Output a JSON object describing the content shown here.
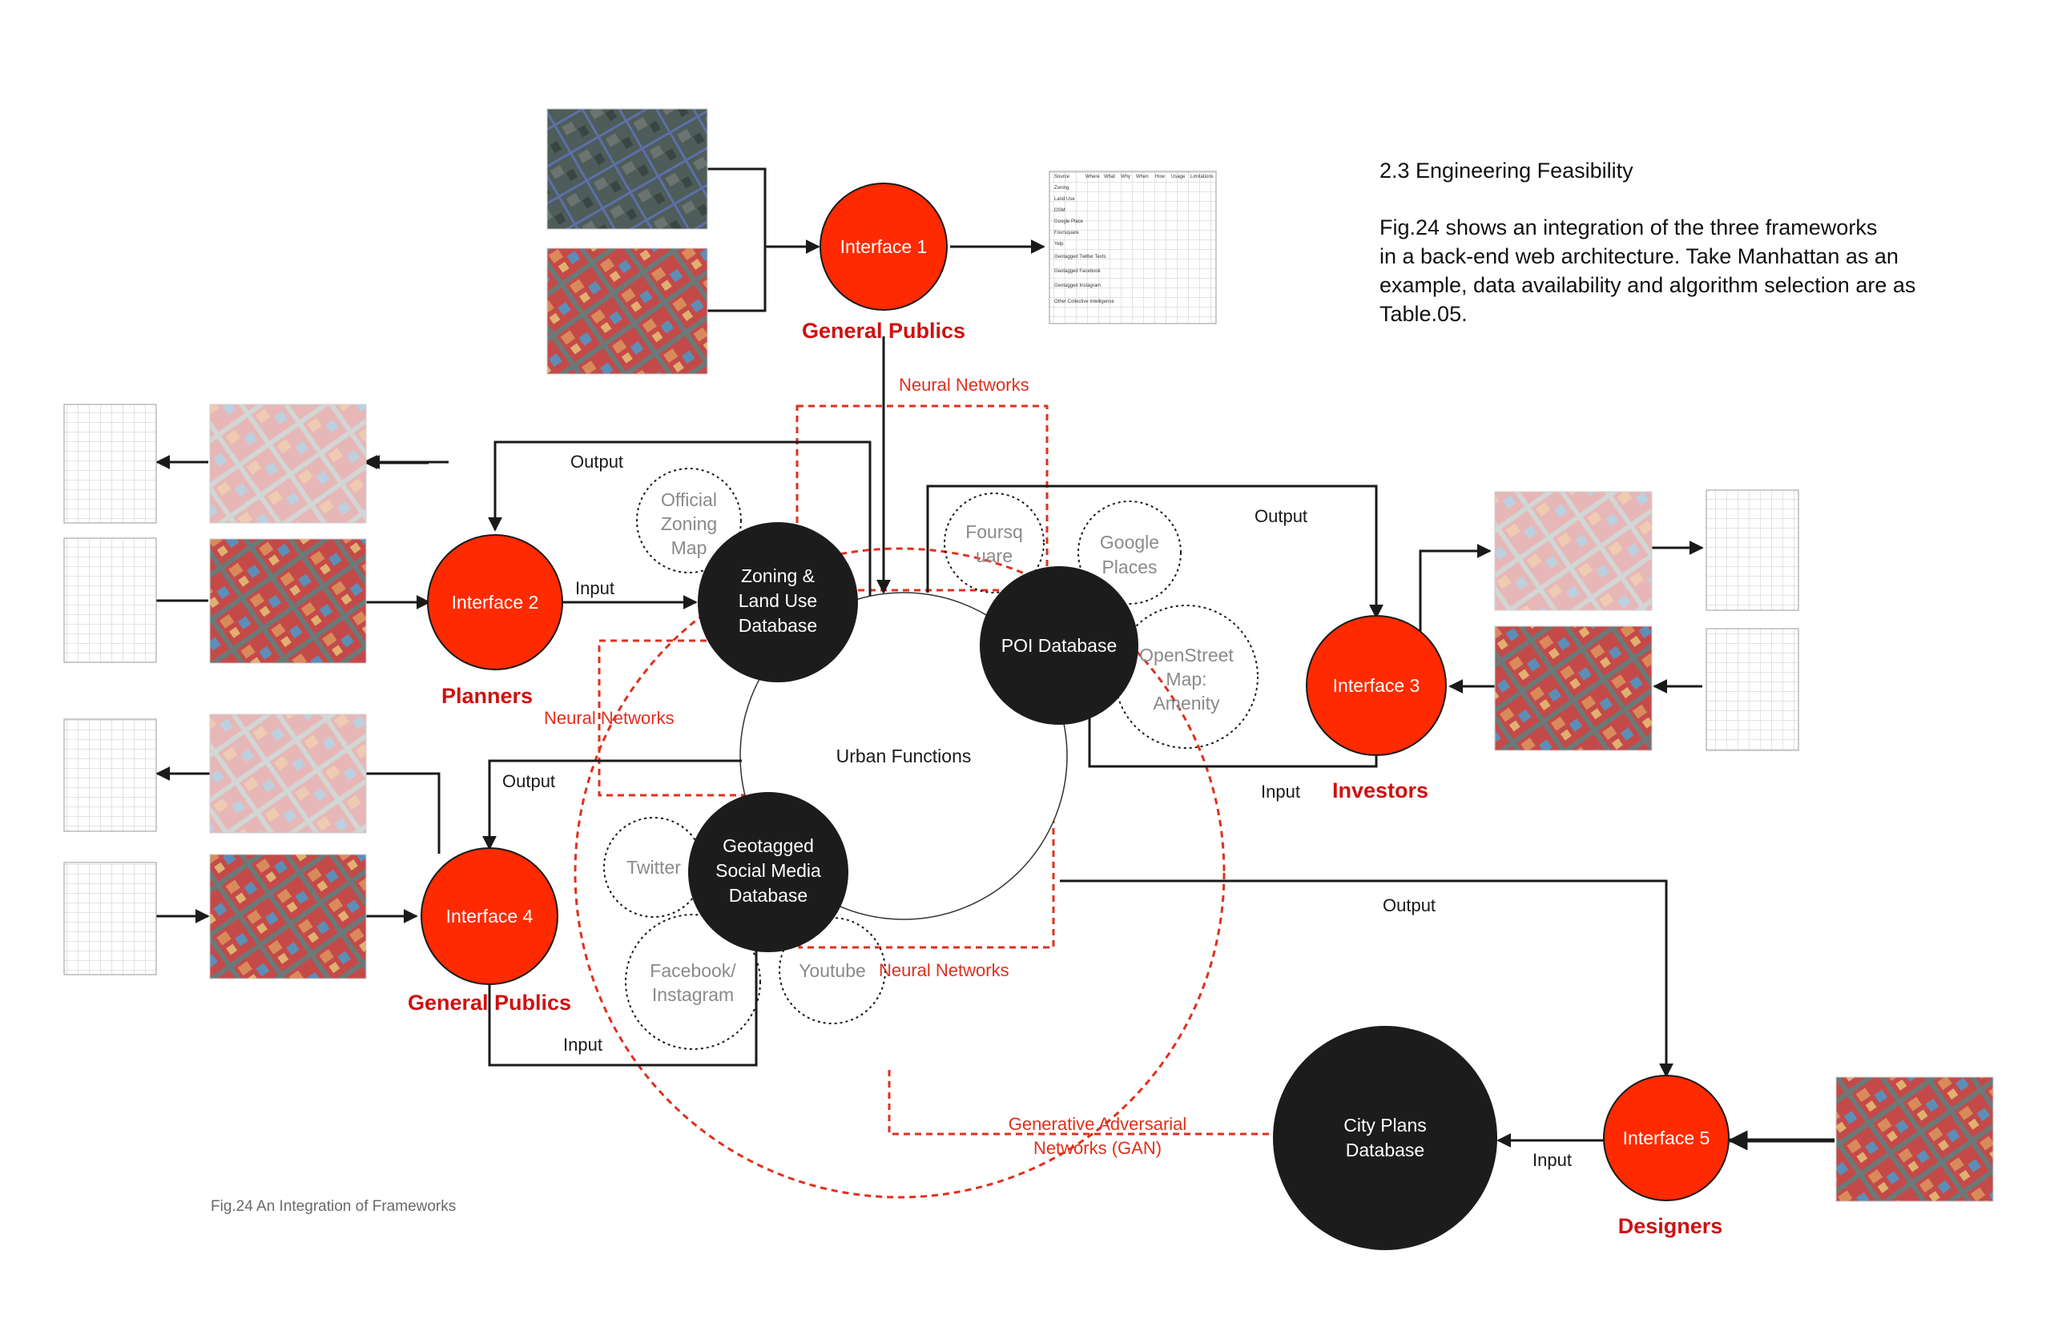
{
  "description": {
    "heading": "2.3 Engineering Feasibility",
    "lines": [
      "Fig.24 shows an integration of the three frameworks",
      "in a back-end web architecture. Take Manhattan as an",
      "example, data availability and algorithm selection are as",
      "Table.05."
    ]
  },
  "caption": "Fig.24  An Integration of Frameworks",
  "center": {
    "label": "Urban Functions"
  },
  "databases": {
    "zoning": [
      "Zoning &",
      "Land Use",
      "Database"
    ],
    "poi": [
      "POI Database"
    ],
    "social": [
      "Geotagged",
      "Social Media",
      "Database"
    ],
    "cityplans": [
      "City Plans",
      "Database"
    ]
  },
  "sources": {
    "official_zoning": [
      "Official",
      "Zoning",
      "Map"
    ],
    "foursquare": [
      "Foursq",
      "uare"
    ],
    "google_places": [
      "Google",
      "Places"
    ],
    "openstreetmap": [
      "OpenStreet",
      "Map:",
      "Amenity"
    ],
    "twitter": [
      "Twitter"
    ],
    "facebook": [
      "Facebook/",
      "Instagram"
    ],
    "youtube": [
      "Youtube"
    ]
  },
  "interfaces": {
    "i1": {
      "label": "Interface 1",
      "role": "General Publics"
    },
    "i2": {
      "label": "Interface 2",
      "role": "Planners"
    },
    "i3": {
      "label": "Interface 3",
      "role": "Investors"
    },
    "i4": {
      "label": "Interface 4",
      "role": "General Publics"
    },
    "i5": {
      "label": "Interface 5",
      "role": "Designers"
    }
  },
  "flow_labels": {
    "output": "Output",
    "input": "Input"
  },
  "algorithms": {
    "nn": "Neural Networks",
    "gan": [
      "Generative Adversarial",
      "Networks (GAN)"
    ]
  },
  "table_headers": [
    "Source",
    "Where",
    "What",
    "Why",
    "When",
    "How",
    "Usage",
    "Limitations"
  ],
  "table_rows": [
    "Zoning",
    "Land Use",
    "OSM",
    "Google Place",
    "Foursquare",
    "Yelp",
    "Geotagged Twitter Texts",
    "Geotagged Facebook",
    "Geotagged Instagram",
    "Other Collective Intelligence"
  ],
  "colors": {
    "accent_red": "#ff2a00",
    "role_red": "#d01010",
    "dashed_red": "#e0301e",
    "node_black": "#1c1c1c"
  }
}
